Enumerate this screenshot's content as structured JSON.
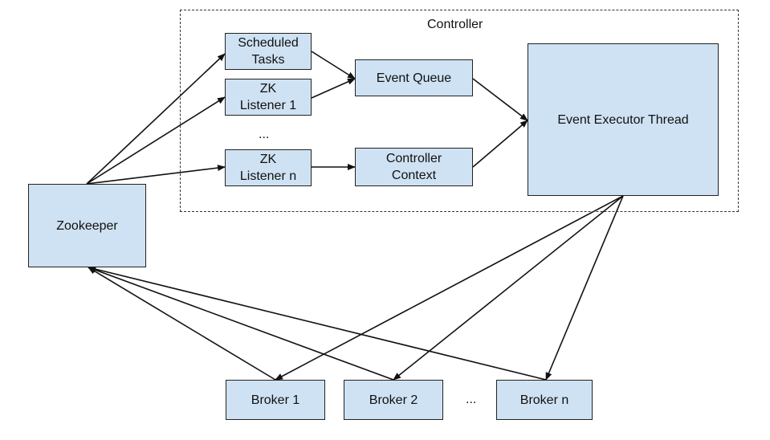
{
  "group": {
    "title": "Controller"
  },
  "nodes": {
    "zookeeper": "Zookeeper",
    "scheduled_tasks": "Scheduled\nTasks",
    "zk_listener_1": "ZK\nListener 1",
    "zk_listener_n": "ZK\nListener n",
    "event_queue": "Event Queue",
    "controller_context": "Controller\nContext",
    "event_executor": "Event Executor Thread",
    "broker_1": "Broker 1",
    "broker_2": "Broker 2",
    "broker_n": "Broker n"
  },
  "ellipses": {
    "listeners": "...",
    "brokers": "..."
  },
  "edges": [
    {
      "from": "zookeeper",
      "to": "scheduled_tasks"
    },
    {
      "from": "zookeeper",
      "to": "zk_listener_1"
    },
    {
      "from": "zookeeper",
      "to": "zk_listener_n"
    },
    {
      "from": "scheduled_tasks",
      "to": "event_queue"
    },
    {
      "from": "zk_listener_1",
      "to": "event_queue"
    },
    {
      "from": "zk_listener_n",
      "to": "controller_context"
    },
    {
      "from": "event_queue",
      "to": "event_executor"
    },
    {
      "from": "controller_context",
      "to": "event_executor"
    },
    {
      "from": "event_executor",
      "to": "broker_1"
    },
    {
      "from": "event_executor",
      "to": "broker_2"
    },
    {
      "from": "event_executor",
      "to": "broker_n"
    },
    {
      "from": "broker_1",
      "to": "zookeeper"
    },
    {
      "from": "broker_2",
      "to": "zookeeper"
    },
    {
      "from": "broker_n",
      "to": "zookeeper"
    }
  ]
}
